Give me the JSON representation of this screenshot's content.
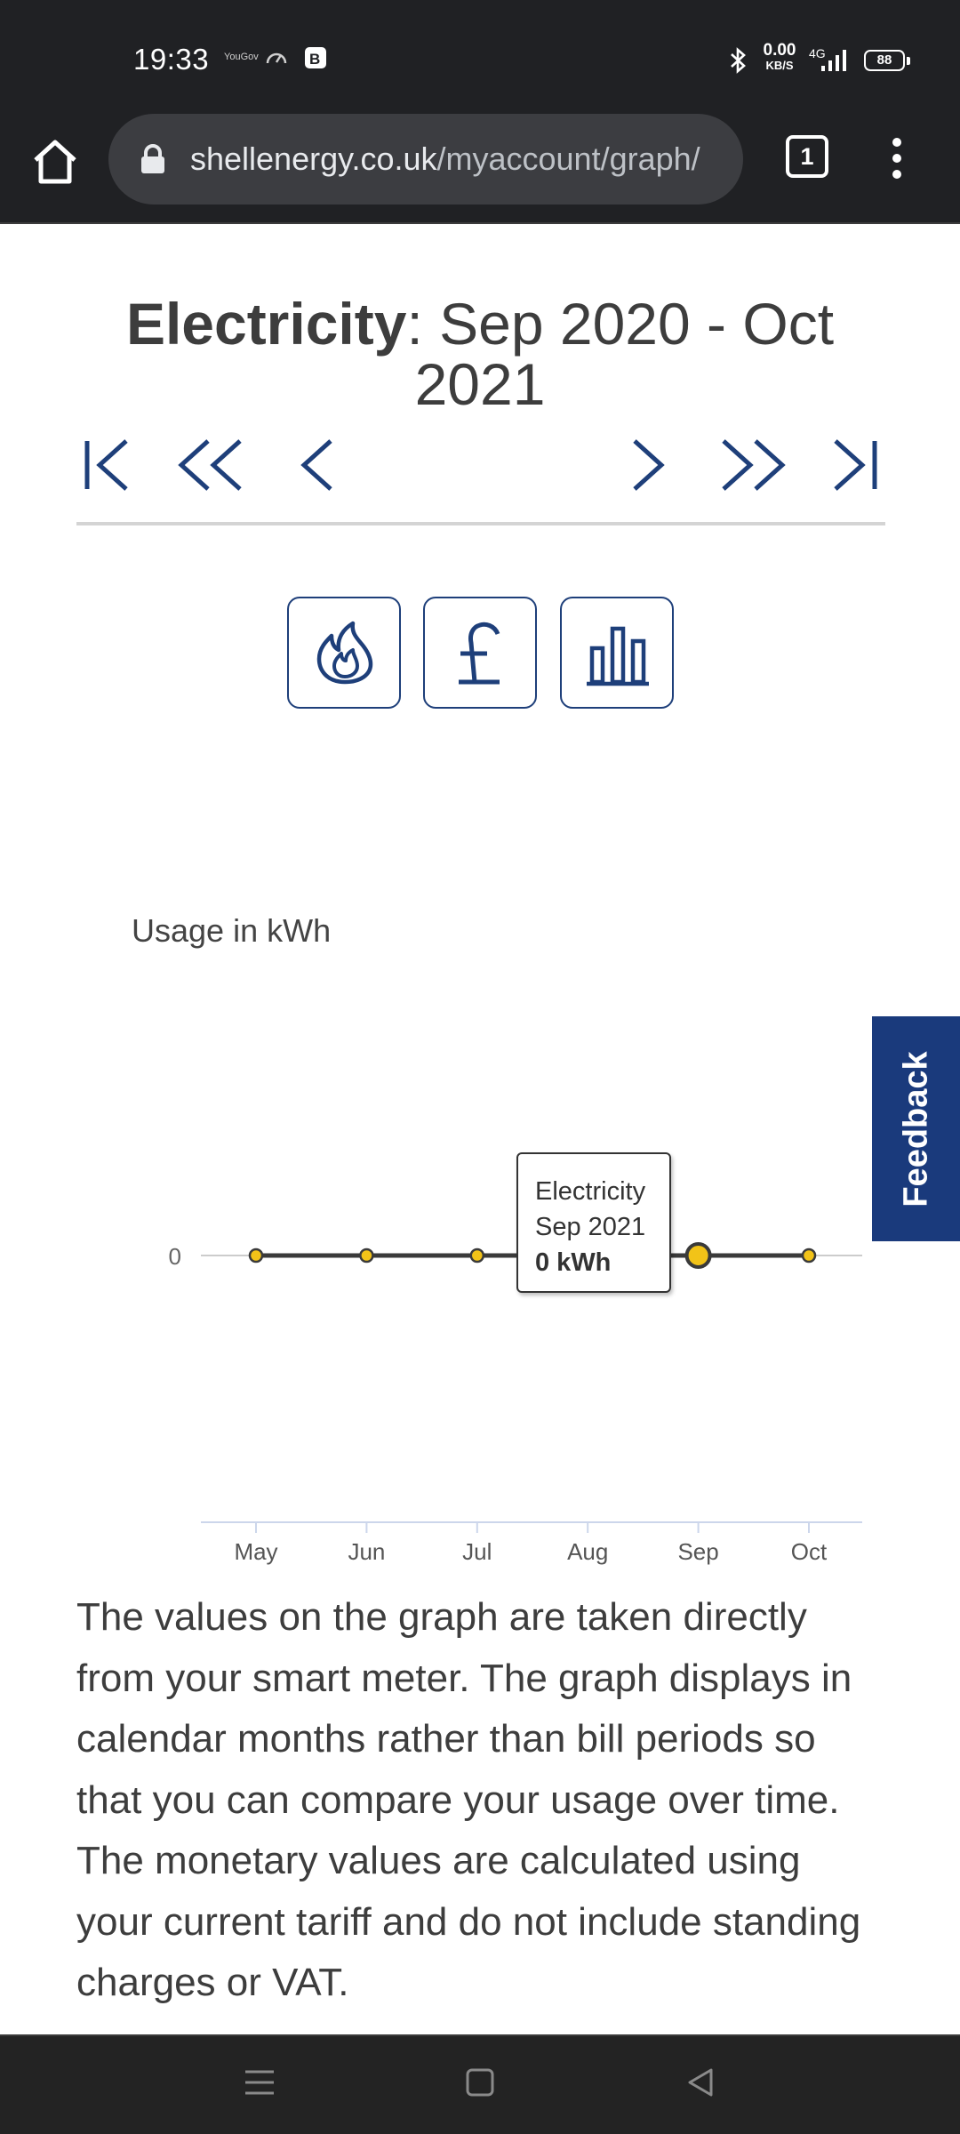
{
  "status_bar": {
    "time": "19:33",
    "yougov_label": "YouGov",
    "netspeed_value": "0.00",
    "netspeed_unit": "KB/S",
    "network_type": "4G",
    "battery": "88"
  },
  "browser": {
    "url_domain": "shellenergy.co.uk",
    "url_path": "/myaccount/graph/",
    "tab_count": "1"
  },
  "page": {
    "title_bold": "Electricity",
    "title_rest": ": Sep 2020 - Oct 2021",
    "nav_icons": [
      "first-page-icon",
      "previous-year-icon",
      "previous-icon",
      "next-icon",
      "next-year-icon",
      "last-page-icon"
    ],
    "view_icons": [
      "flame-icon",
      "pound-icon",
      "bar-chart-icon"
    ],
    "feedback_label": "Feedback",
    "info_text": "The values on the graph are taken directly from your smart meter. The graph displays in calendar months rather than bill periods so that you can compare your usage over time. The monetary values are calculated using your current tariff and do not include standing charges or VAT.",
    "colors": {
      "brand_blue": "#1a3a7c",
      "point_yellow": "#f2c318",
      "text_dark": "#3d3d3d"
    }
  },
  "chart_data": {
    "type": "line",
    "ylabel": "Usage in kWh",
    "x": [
      "May",
      "Jun",
      "Jul",
      "Aug",
      "Sep",
      "Oct"
    ],
    "series": [
      {
        "values": [
          0,
          0,
          0,
          0,
          0,
          0
        ]
      }
    ],
    "y_ticks": [
      "0"
    ],
    "highlighted_index": 4,
    "tooltip": {
      "title": "Electricity",
      "date": "Sep 2021",
      "value": "0 kWh"
    }
  }
}
